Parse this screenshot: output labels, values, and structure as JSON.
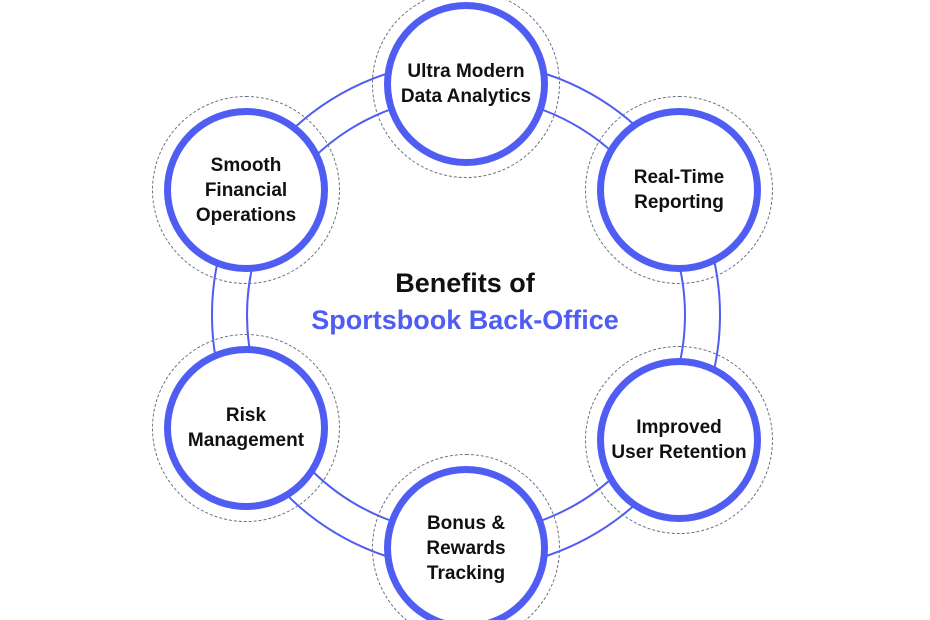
{
  "center": {
    "line1": "Benefits of",
    "line2": "Sportsbook Back-Office"
  },
  "benefits": [
    {
      "lines": [
        "Ultra Modern",
        "Data Analytics"
      ]
    },
    {
      "lines": [
        "Real-Time",
        "Reporting"
      ]
    },
    {
      "lines": [
        "Improved",
        "User Retention"
      ]
    },
    {
      "lines": [
        "Bonus &",
        "Rewards",
        "Tracking"
      ]
    },
    {
      "lines": [
        "Risk",
        "Management"
      ]
    },
    {
      "lines": [
        "Smooth",
        "Financial",
        "Operations"
      ]
    }
  ],
  "colors": {
    "accent": "#4f5df2",
    "text": "#111111",
    "dashed_outline": "#6a6f86",
    "background": "#ffffff"
  }
}
